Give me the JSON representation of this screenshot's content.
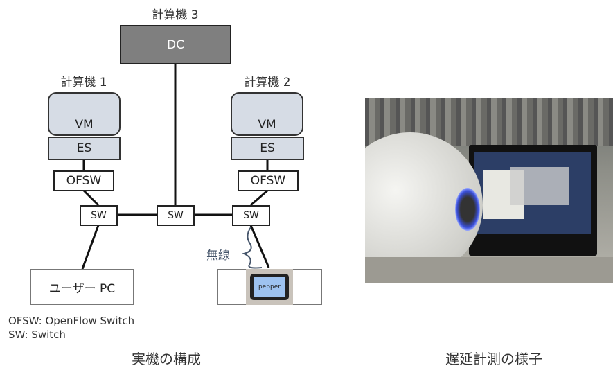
{
  "diagram": {
    "computer3_label": "計算機 3",
    "dc": "DC",
    "computer1_label": "計算機 1",
    "computer2_label": "計算機 2",
    "vm": "VM",
    "es": "ES",
    "ofsw": "OFSW",
    "sw": "SW",
    "user_pc": "ユーザー PC",
    "wireless": "無線",
    "pepper_screen": "pepper",
    "legend": [
      "OFSW: OpenFlow Switch",
      "SW: Switch"
    ],
    "caption": "実機の構成"
  },
  "photo": {
    "caption": "遅延計測の様子"
  },
  "colors": {
    "dc": "#7f7f7f",
    "vm": "#d6dce5",
    "brace": "#44546a"
  }
}
